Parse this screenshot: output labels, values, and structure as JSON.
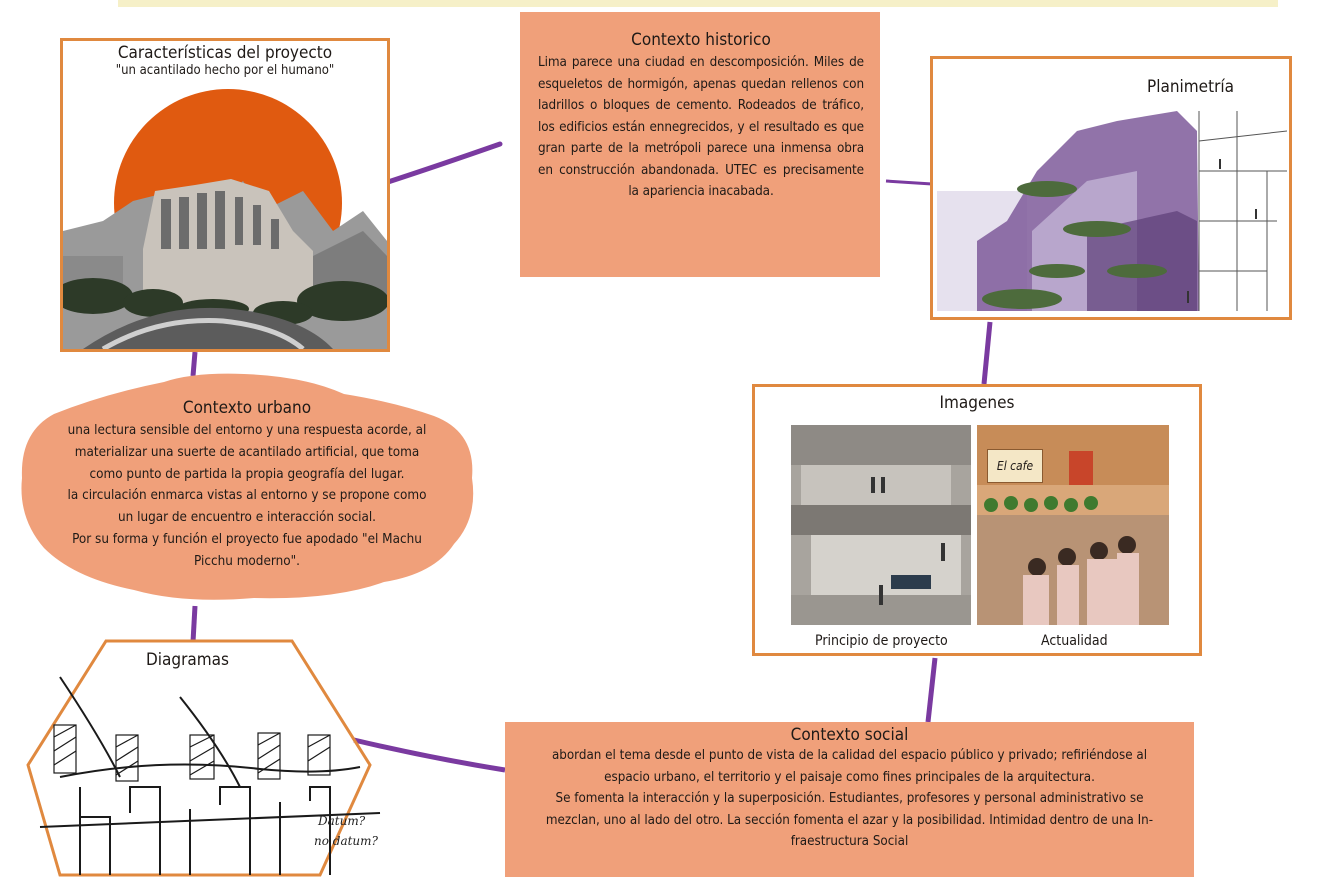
{
  "historico": {
    "title": "Contexto historico",
    "text": "Lima parece una ciudad en descomposición. Miles de esqueletos de hormigón, apenas quedan rellenos con ladrillos o bloques de cemento. Rodeados de tráfico, los edificios están ennegrecidos, y el resultado es que gran parte de la metrópoli parece una inmensa obra en construcción abandonada. UTEC es precisamente la apariencia inacabada."
  },
  "caracteristicas": {
    "title": "Características del proyecto",
    "subtitle": "\"un acantilado hecho por el humano\""
  },
  "planimetria": {
    "title": "Planimetría"
  },
  "imagenes": {
    "title": "Imagenes",
    "left_caption": "Principio de proyecto",
    "right_caption": "Actualidad",
    "cafe_sign": "El cafe"
  },
  "urbano": {
    "title": "Contexto urbano",
    "lines": [
      "una lectura sensible del entorno y una respuesta acorde, al",
      "materializar una suerte de acantilado artificial, que toma",
      "como punto de partida la propia geografía del lugar.",
      "la circulación enmarca vistas al entorno y se propone como",
      "un lugar de encuentro e interacción social.",
      "Por su forma y función el proyecto fue apodado \"el Machu",
      "Picchu moderno\"."
    ]
  },
  "diagramas": {
    "title": "Diagramas",
    "note1": "Datum?",
    "note2": "no datum?"
  },
  "social": {
    "title": "Contexto social",
    "lines": [
      "abordan el tema desde el punto de vista de la calidad del espacio público y privado; refiriéndose al",
      "espacio urbano, el territorio y el paisaje como fines principales de la arquitectura.",
      "Se fomenta la interacción y la superposición. Estudiantes, profesores y personal administrativo se",
      "mezclan, uno al lado del otro. La sección fomenta el azar y la posibilidad. Intimidad dentro de una In-",
      "fraestructura Social"
    ]
  },
  "colors": {
    "accent": "#f0a07a",
    "frame": "#e0893f",
    "link": "#7a3aa0",
    "sun": "#e05a10"
  }
}
